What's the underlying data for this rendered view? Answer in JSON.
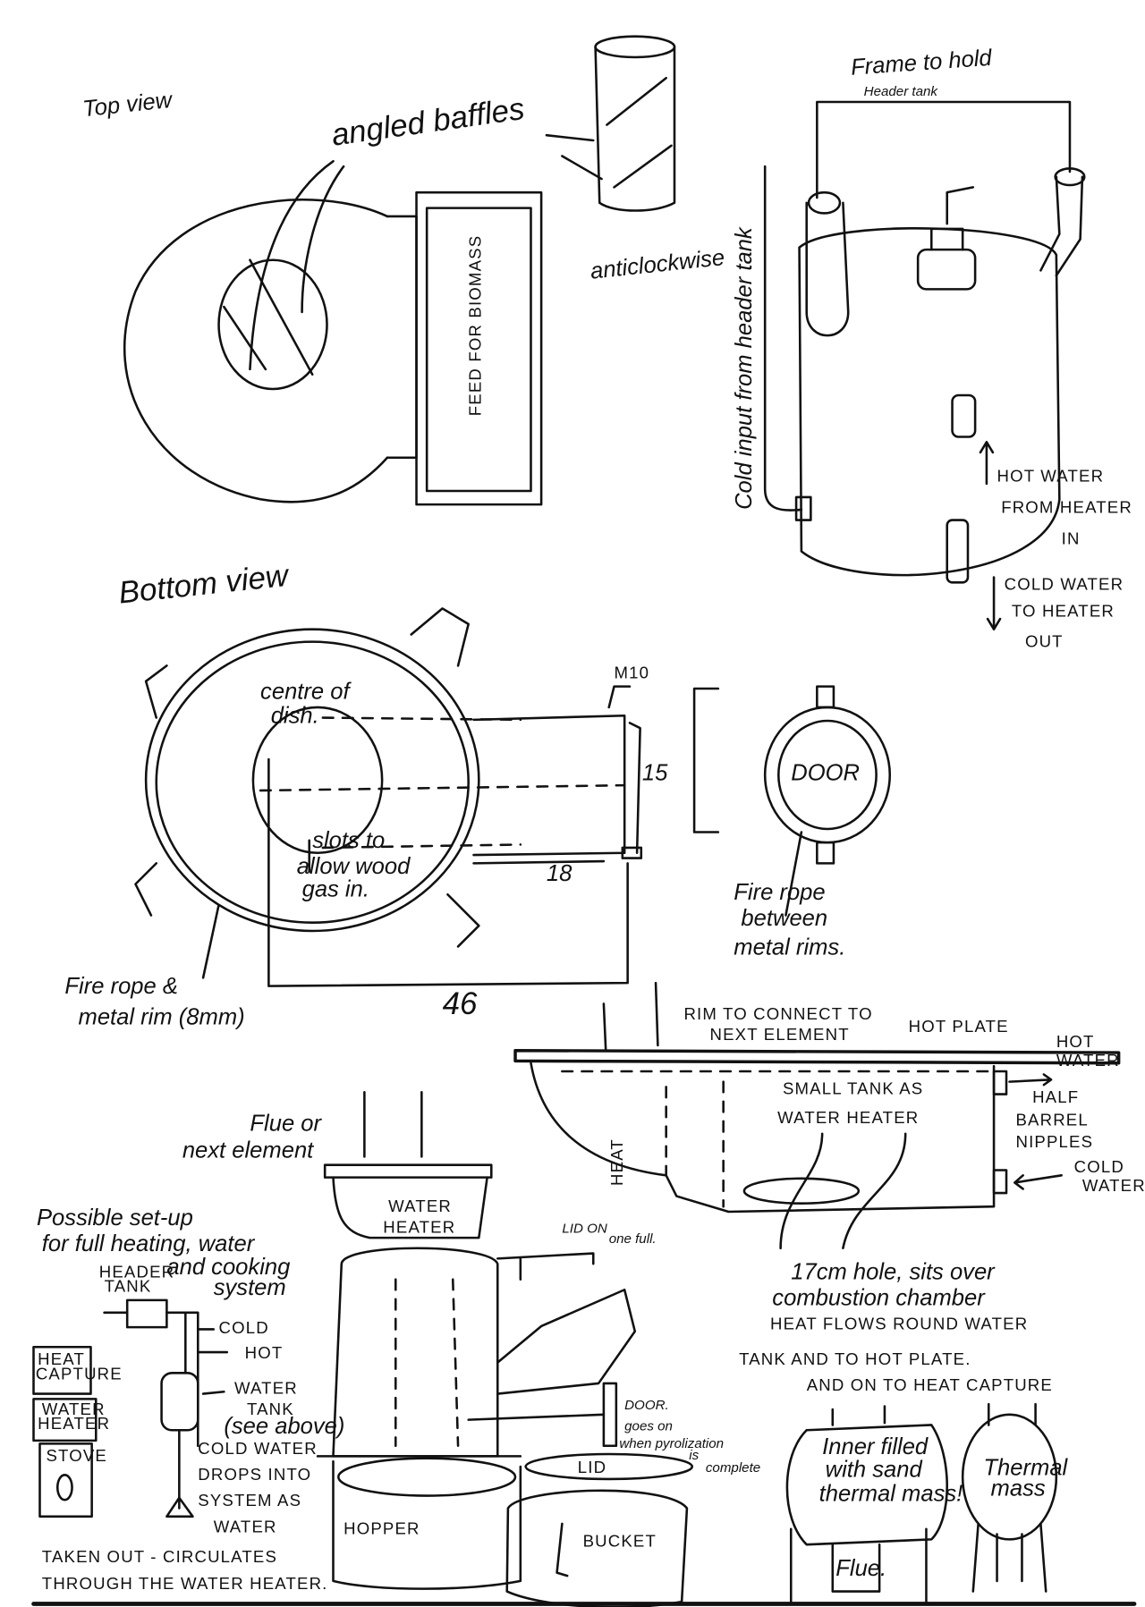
{
  "top_view": {
    "title": "Top view",
    "baffles_label": "angled baffles",
    "feed_label": "FEED FOR BIOMASS",
    "anticlockwise_label": "anticlockwise"
  },
  "tank_view": {
    "frame_label": [
      "Frame to hold",
      "Header tank"
    ],
    "cold_input_label": "Cold input from header tank",
    "hot_water_label": [
      "HOT WATER",
      "FROM HEATER",
      "IN"
    ],
    "cold_water_label": [
      "COLD WATER",
      "TO HEATER",
      "OUT"
    ]
  },
  "bottom_view": {
    "title": "Bottom view",
    "centre_label": [
      "centre of",
      "dish."
    ],
    "slots_label": [
      "slots to",
      "allow wood",
      "gas in."
    ],
    "m10_label": "M10",
    "dim_15": "15",
    "dim_18": "18",
    "dim_46": "46",
    "door_label": "DOOR",
    "fire_rope_door": [
      "Fire rope",
      "between",
      "metal rims."
    ],
    "fire_rope_rim": [
      "Fire rope &",
      "metal rim (8mm)"
    ]
  },
  "water_heater": {
    "rim_label": [
      "RIM TO CONNECT TO",
      "NEXT ELEMENT"
    ],
    "hot_plate": "HOT PLATE",
    "hot_water": [
      "HOT",
      "WATER"
    ],
    "tank_label": [
      "SMALL TANK AS",
      "WATER HEATER"
    ],
    "nipples": [
      "HALF",
      "BARREL",
      "NIPPLES"
    ],
    "cold_water": [
      "COLD",
      "WATER"
    ],
    "heat": "HEAT",
    "hole_label": [
      "17cm hole, sits over",
      "combustion chamber"
    ],
    "heat_flow": [
      "HEAT FLOWS ROUND WATER",
      "TANK AND TO HOT PLATE.",
      "AND ON TO HEAT CAPTURE"
    ]
  },
  "stove": {
    "flue_label": [
      "Flue or",
      "next element"
    ],
    "water_heater": [
      "WATER",
      "HEATER"
    ],
    "lid_on": [
      "LID ON",
      "one full."
    ],
    "door": [
      "DOOR.",
      "goes on",
      "when pyrolization",
      "is",
      "complete"
    ],
    "lid": "LID",
    "hopper": "HOPPER",
    "bucket": "BUCKET"
  },
  "setup": {
    "title": [
      "Possible set-up",
      "for full heating, water",
      "and cooking",
      "system"
    ],
    "header_tank": [
      "HEADER",
      "TANK"
    ],
    "cold": "COLD",
    "hot": "HOT",
    "heat_capture": [
      "HEAT",
      "CAPTURE"
    ],
    "water_heater": [
      "WATER",
      "HEATER"
    ],
    "stove": "STOVE",
    "water_tank": [
      "WATER",
      "TANK",
      "(see above)"
    ],
    "cold_water_note": [
      "COLD WATER",
      "DROPS INTO",
      "SYSTEM AS",
      "WATER"
    ],
    "circulates_note": [
      "TAKEN OUT - CIRCULATES",
      "THROUGH THE WATER HEATER."
    ]
  },
  "thermal": {
    "inner_label": [
      "Inner filled",
      "with sand",
      "thermal mass!"
    ],
    "flue": "Flue.",
    "thermal_mass": [
      "Thermal",
      "mass"
    ]
  }
}
